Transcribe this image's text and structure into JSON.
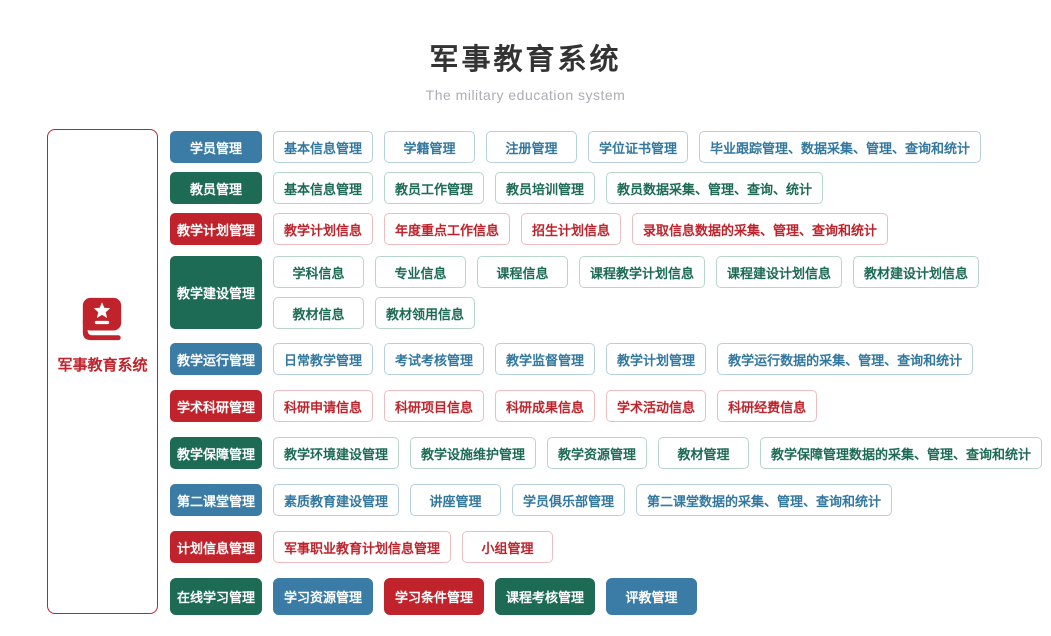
{
  "header": {
    "title": "军事教育系统",
    "subtitle": "The military education system"
  },
  "sidebar": {
    "label": "军事教育系统",
    "icon": "book-star-icon",
    "accent_color": "#c0232b"
  },
  "colors": {
    "blue": "#3a7ca5",
    "green": "#1d6b55",
    "red": "#c0232b"
  },
  "rows": [
    {
      "category": "学员管理",
      "color": "blue",
      "lines": [
        [
          "基本信息管理",
          "学籍管理",
          "注册管理",
          "学位证书管理",
          "毕业跟踪管理、数据采集、管理、查询和统计"
        ]
      ]
    },
    {
      "category": "教员管理",
      "color": "green",
      "lines": [
        [
          "基本信息管理",
          "教员工作管理",
          "教员培训管理",
          "教员数据采集、管理、查询、统计"
        ]
      ]
    },
    {
      "category": "教学计划管理",
      "color": "red",
      "lines": [
        [
          "教学计划信息",
          "年度重点工作信息",
          "招生计划信息",
          "录取信息数据的采集、管理、查询和统计"
        ]
      ]
    },
    {
      "category": "教学建设管理",
      "color": "green",
      "lines": [
        [
          "学科信息",
          "专业信息",
          "课程信息",
          "课程教学计划信息",
          "课程建设计划信息",
          "教材建设计划信息"
        ],
        [
          "教材信息",
          "教材领用信息"
        ]
      ]
    },
    {
      "category": "教学运行管理",
      "color": "blue",
      "lines": [
        [
          "日常教学管理",
          "考试考核管理",
          "教学监督管理",
          "教学计划管理",
          "教学运行数据的采集、管理、查询和统计"
        ]
      ]
    },
    {
      "category": "学术科研管理",
      "color": "red",
      "lines": [
        [
          "科研申请信息",
          "科研项目信息",
          "科研成果信息",
          "学术活动信息",
          "科研经费信息"
        ]
      ]
    },
    {
      "category": "教学保障管理",
      "color": "green",
      "lines": [
        [
          "教学环境建设管理",
          "教学设施维护管理",
          "教学资源管理",
          "教材管理",
          "教学保障管理数据的采集、管理、查询和统计"
        ]
      ]
    },
    {
      "category": "第二课堂管理",
      "color": "blue",
      "lines": [
        [
          "素质教育建设管理",
          "讲座管理",
          "学员俱乐部管理",
          "第二课堂数据的采集、管理、查询和统计"
        ]
      ]
    },
    {
      "category": "计划信息管理",
      "color": "red",
      "lines": [
        [
          "军事职业教育计划信息管理",
          "小组管理"
        ]
      ]
    },
    {
      "category": "在线学习管理",
      "color": "green",
      "lines": [
        [
          "学习资源管理",
          "学习条件管理",
          "课程考核管理",
          "评教管理"
        ]
      ],
      "item_colors": [
        "blue",
        "red",
        "green",
        "blue"
      ]
    }
  ]
}
